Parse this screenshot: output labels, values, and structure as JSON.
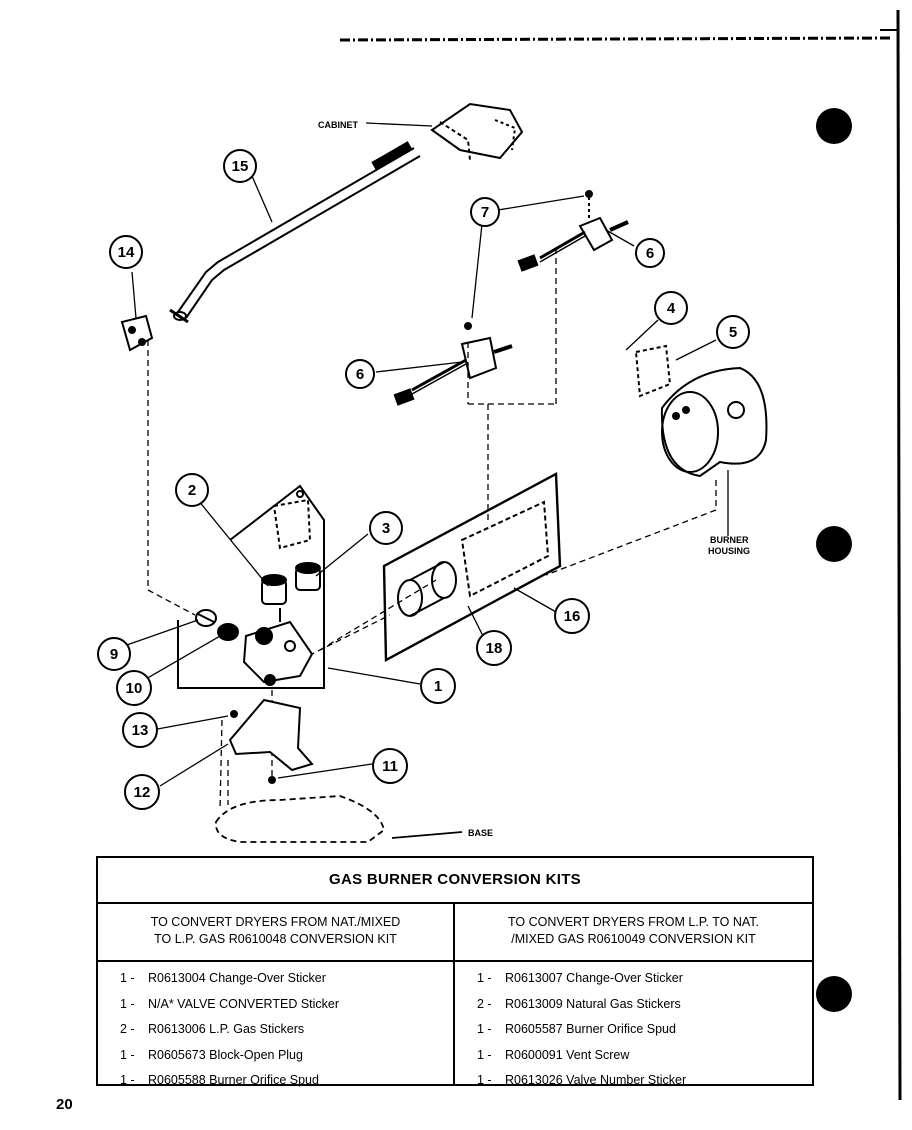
{
  "diagram": {
    "callouts": [
      "15",
      "14",
      "7",
      "6",
      "6",
      "4",
      "5",
      "2",
      "3",
      "16",
      "18",
      "9",
      "10",
      "1",
      "13",
      "11",
      "12"
    ],
    "labels": {
      "cabinet": "CABINET",
      "burner_housing_line1": "BURNER",
      "burner_housing_line2": "HOUSING",
      "base": "BASE"
    }
  },
  "table": {
    "title": "GAS BURNER CONVERSION KITS",
    "left": {
      "heading_line1": "TO CONVERT DRYERS FROM  NAT./MIXED",
      "heading_line2": "TO L.P. GAS R0610048 CONVERSION KIT",
      "items": [
        {
          "qty": "1 -",
          "text": "R0613004  Change-Over Sticker"
        },
        {
          "qty": "1 -",
          "text": "N/A* VALVE CONVERTED Sticker"
        },
        {
          "qty": "2 -",
          "text": "R0613006  L.P. Gas Stickers"
        },
        {
          "qty": "1 -",
          "text": "R0605673  Block-Open Plug"
        },
        {
          "qty": "1 -",
          "text": "R0605588  Burner Orifice Spud"
        }
      ]
    },
    "right": {
      "heading_line1": "TO CONVERT DRYERS FROM L.P. TO NAT.",
      "heading_line2": "/MIXED GAS R0610049 CONVERSION KIT",
      "items": [
        {
          "qty": "1 -",
          "text": "R0613007 Change-Over Sticker"
        },
        {
          "qty": "2 -",
          "text": "R0613009 Natural Gas Stickers"
        },
        {
          "qty": "1 -",
          "text": "R0605587 Burner Orifice Spud"
        },
        {
          "qty": "1 -",
          "text": "R0600091 Vent Screw"
        },
        {
          "qty": "1 -",
          "text": "R0613026 Valve Number Sticker"
        }
      ]
    }
  },
  "page_number": "20"
}
